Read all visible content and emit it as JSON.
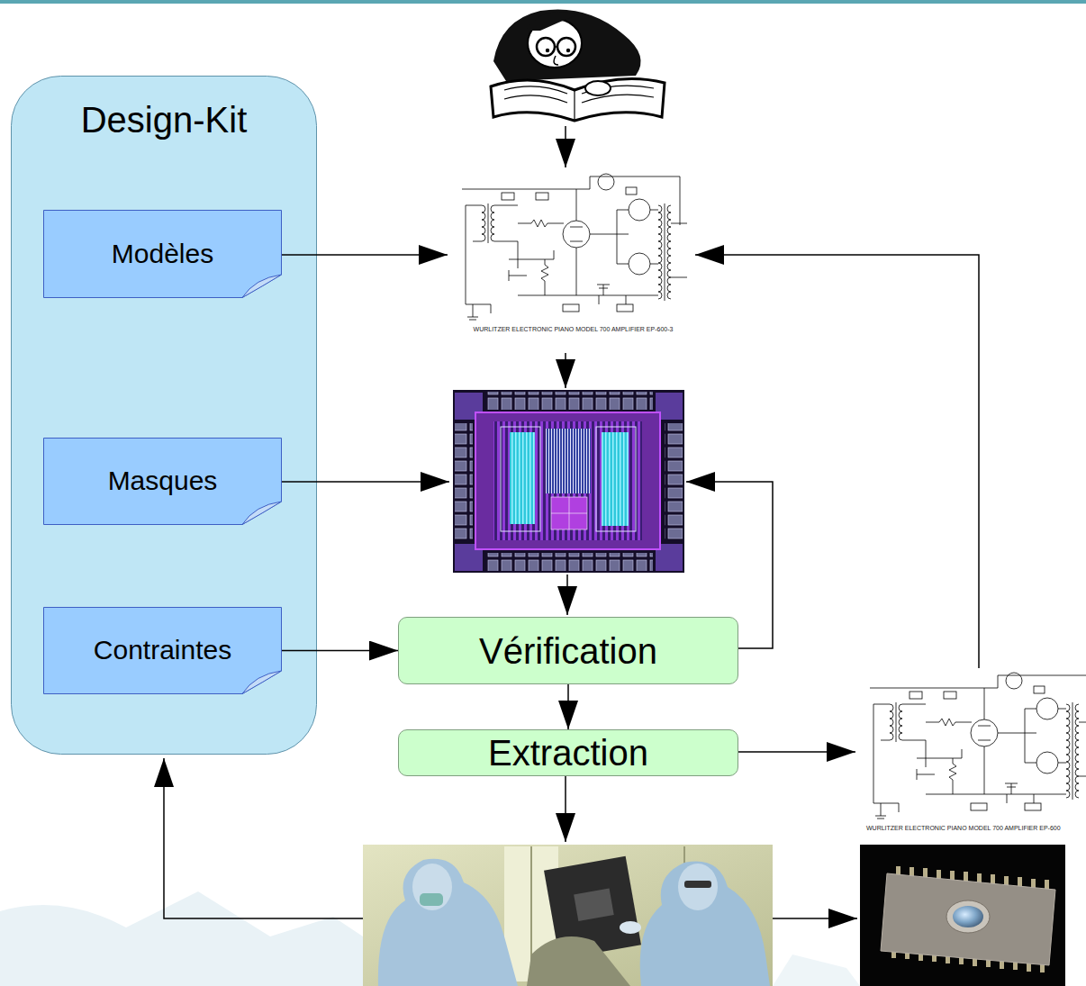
{
  "diagram": {
    "nodes": [
      {
        "text": [
          "Design-Kit"
        ]
      },
      {
        "text": [
          "Modèles"
        ],
        "in": 0
      },
      {
        "text": [
          "Masques"
        ],
        "in": 0
      },
      {
        "text": [
          "Contraintes"
        ],
        "in": 0
      },
      {
        "text": [
          "Vérification"
        ]
      },
      {
        "text": [
          "Extraction"
        ]
      }
    ],
    "edges": [
      {
        "from": 3,
        "to": 4,
        "arrow": "to"
      },
      {
        "from": 4,
        "to": 5,
        "arrow": "to"
      }
    ],
    "labels": [
      "WURLITZER ELECTRONIC PIANO MODEL 700 AMPLIFIER EP-600-3",
      "WURLITZER ELECTRONIC PIANO MODEL 700 AMPLIFIER EP-600"
    ]
  }
}
